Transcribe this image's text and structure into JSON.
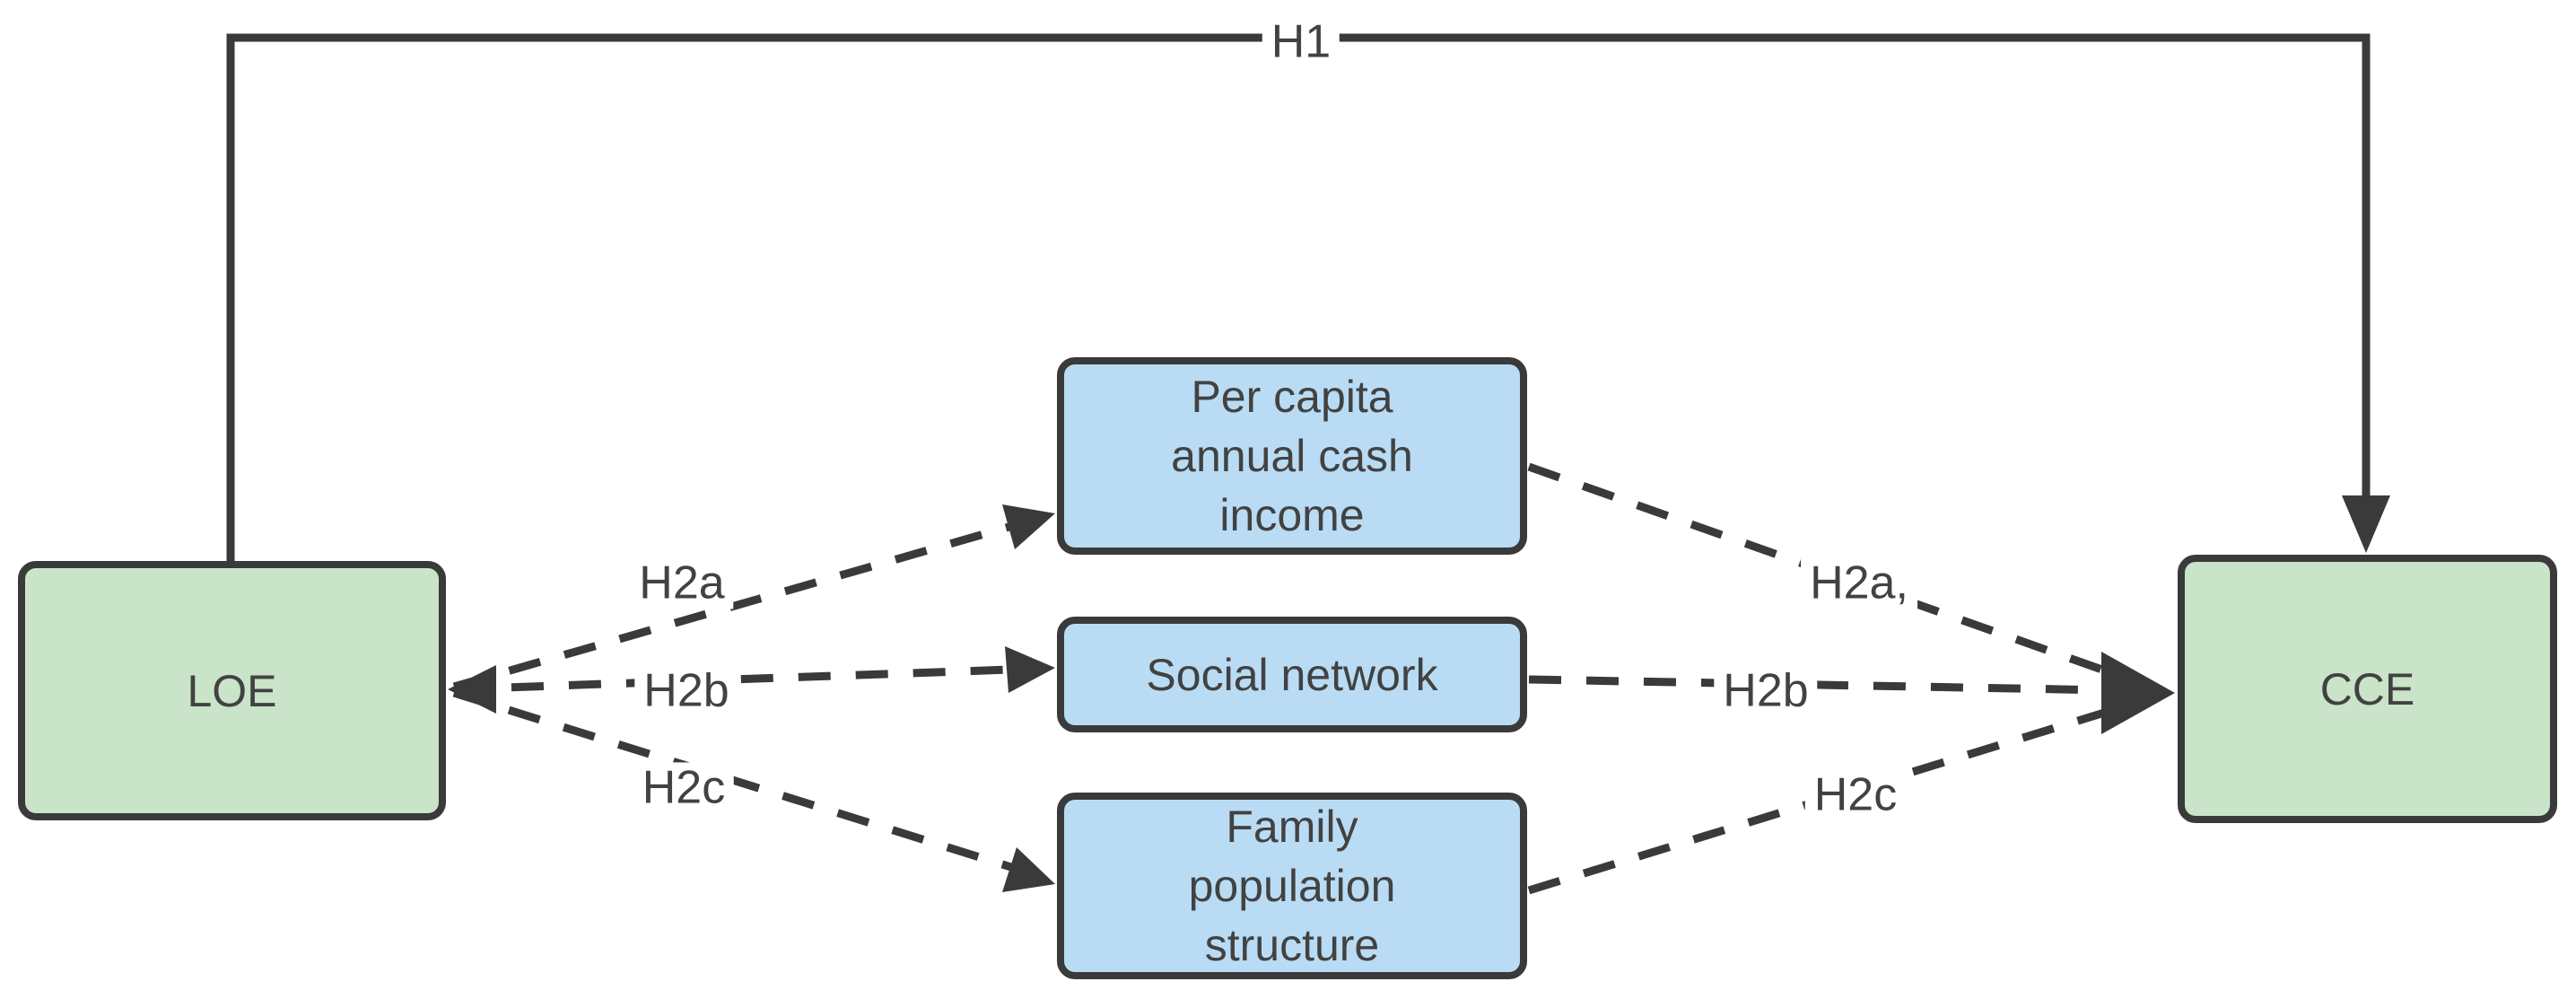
{
  "nodes": {
    "loe": {
      "label": "LOE"
    },
    "cce": {
      "label": "CCE"
    },
    "mediators": [
      {
        "label": "Per capita annual cash income"
      },
      {
        "label": "Social network"
      },
      {
        "label": "Family population structure"
      }
    ]
  },
  "paths": {
    "h1": {
      "label": "H1"
    },
    "left": [
      {
        "label": "H2a"
      },
      {
        "label": "H2b"
      },
      {
        "label": "H2c"
      }
    ],
    "right": [
      {
        "label": "H2a,"
      },
      {
        "label": "H2b"
      },
      {
        "label": "H2c"
      }
    ]
  },
  "colors": {
    "exogenous_fill": "#c9e4c8",
    "mediator_fill": "#b9dcf4",
    "stroke": "#3a3a3a",
    "background": "#ffffff"
  }
}
